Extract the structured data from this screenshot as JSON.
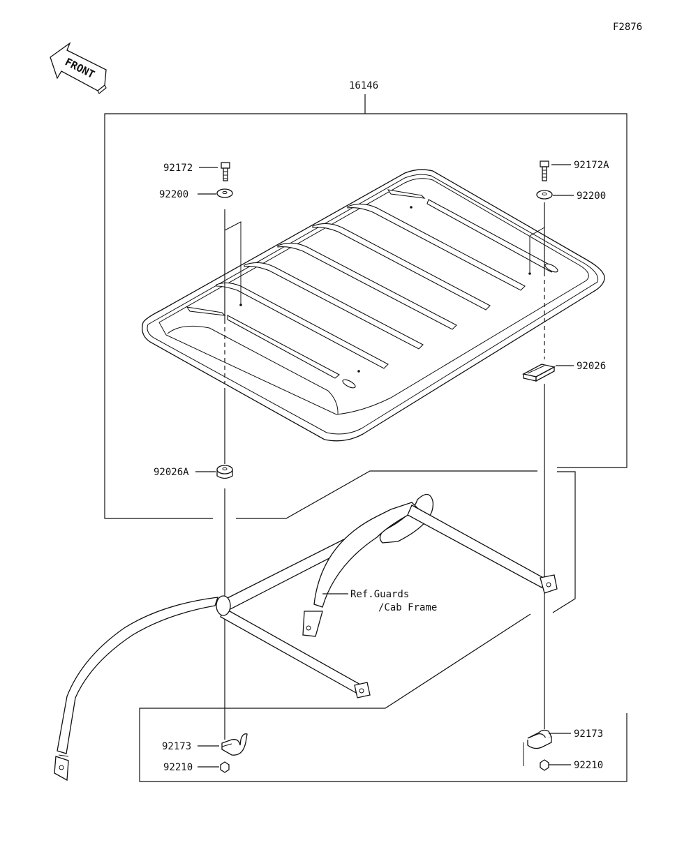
{
  "figure_id": "F2876",
  "front_label": "FRONT",
  "assembly_number": "16146",
  "parts": {
    "bolt_left": "92172",
    "bolt_right": "92172A",
    "washer_left": "92200",
    "washer_right": "92200",
    "pad_right": "92026",
    "spacer_left": "92026A",
    "clamp_left": "92173",
    "clamp_right": "92173",
    "nut_left": "92210",
    "nut_right": "92210"
  },
  "reference": {
    "line1": "Ref.Guards",
    "line2": "/Cab Frame"
  }
}
